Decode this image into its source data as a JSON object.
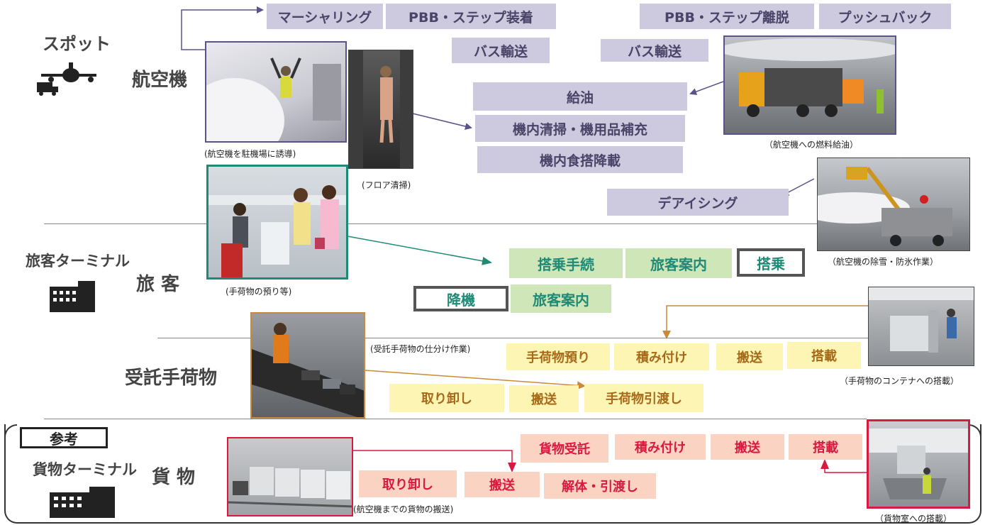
{
  "categories": {
    "spot": "スポット",
    "aircraft": "航空機",
    "passenger_terminal": "旅客ターミナル",
    "passenger": "旅 客",
    "checked_baggage": "受託手荷物",
    "cargo_terminal": "貨物ターミナル",
    "cargo": "貨 物",
    "reference": "参考"
  },
  "aircraft_tasks": {
    "marshalling": "マーシャリング",
    "pbb_attach": "PBB・ステップ装着",
    "pbb_detach": "PBB・ステップ離脱",
    "pushback": "プッシュバック",
    "bus1": "バス輸送",
    "bus2": "バス輸送",
    "refueling": "給油",
    "cleaning": "機内清掃・機用品補充",
    "catering": "機内食搭降載",
    "deicing": "デアイシング"
  },
  "passenger_tasks": {
    "checkin": "搭乗手続",
    "guide1": "旅客案内",
    "boarding": "搭乗",
    "deplaning": "降機",
    "guide2": "旅客案内"
  },
  "baggage_tasks": {
    "checkin": "手荷物預り",
    "loading_prep": "積み付け",
    "transport1": "搬送",
    "loading": "搭載",
    "unloading": "取り卸し",
    "transport2": "搬送",
    "handover": "手荷物引渡し"
  },
  "cargo_tasks": {
    "acceptance": "貨物受託",
    "loading_prep": "積み付け",
    "transport1": "搬送",
    "loading": "搭載",
    "unloading": "取り卸し",
    "transport2": "搬送",
    "handover": "解体・引渡し"
  },
  "captions": {
    "marshalling_photo": "(航空機を駐機場に誘導)",
    "floor_cleaning": "(フロア清掃)",
    "fuel_photo": "（航空機への燃料給油）",
    "deicing_photo": "（航空機の除雪・防氷作業）",
    "checkin_photo": "(手荷物の預り等)",
    "sorting_photo": "(受託手荷物の仕分け作業)",
    "container_photo": "（手荷物のコンテナへの搭載）",
    "cargo_transport_photo": "(航空機までの貨物の搬送)",
    "cargo_hold_photo": "（貨物室への搭載）"
  },
  "colors": {
    "aircraft": "#cdc9df",
    "passenger": "#cfe6b8",
    "baggage": "#fdf5b4",
    "cargo": "#fbd3c3",
    "passenger_arrow": "#1f8a76",
    "baggage_arrow": "#c98a3a",
    "cargo_arrow": "#d9193f",
    "aircraft_arrow": "#5a5288"
  },
  "icons": [
    "airplane-truck-icon",
    "building-icon",
    "building-icon"
  ]
}
